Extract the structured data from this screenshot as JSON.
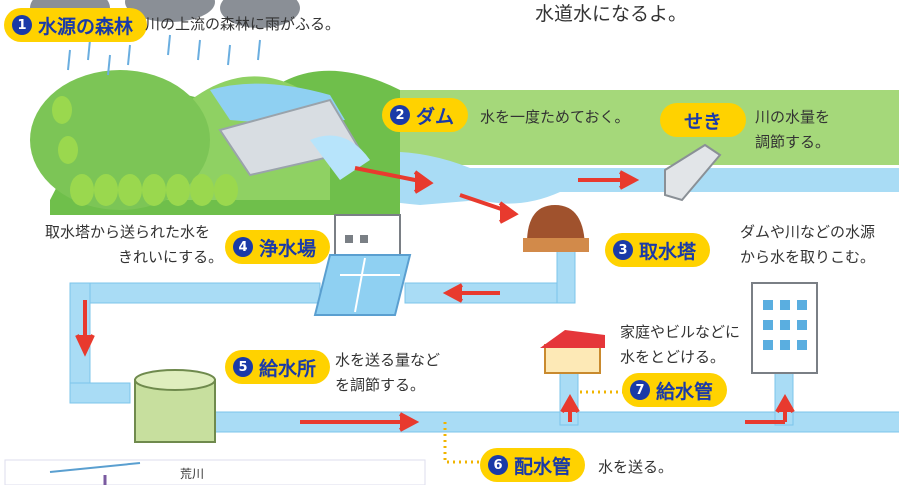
{
  "top_text": "水道水になるよ。",
  "steps": [
    {
      "num": "1",
      "label": "水源の森林",
      "desc": [
        "川の上流の森林に雨がふる。"
      ]
    },
    {
      "num": "2",
      "label": "ダム",
      "desc": [
        "水を一度ためておく。"
      ]
    },
    {
      "num": "",
      "label": "せき",
      "desc": [
        "川の水量を",
        "調節する。"
      ]
    },
    {
      "num": "3",
      "label": "取水塔",
      "desc": [
        "ダムや川などの水源",
        "から水を取りこむ。"
      ]
    },
    {
      "num": "4",
      "label": "浄水場",
      "desc": [
        "取水塔から送られた水を",
        "きれいにする。"
      ]
    },
    {
      "num": "5",
      "label": "給水所",
      "desc": [
        "水を送る量など",
        "を調節する。"
      ]
    },
    {
      "num": "6",
      "label": "配水管",
      "desc": [
        "水を送る。"
      ]
    },
    {
      "num": "7",
      "label": "給水管",
      "desc": [
        "家庭やビルなどに",
        "水をとどける。"
      ]
    }
  ],
  "inset_label": "荒川",
  "colors": {
    "badge": "#ffd200",
    "badge_text": "#1a3aa8",
    "water": "#a9dcf5",
    "grass": "#a5d87a",
    "arrow": "#e83a2e",
    "dots": "#f0b400"
  }
}
